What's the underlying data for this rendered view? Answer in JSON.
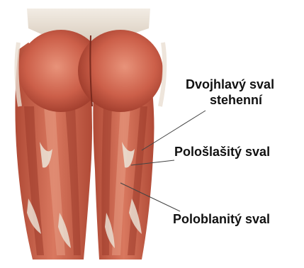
{
  "colors": {
    "muscle": "#c9604a",
    "muscle_dark": "#9c3a2a",
    "muscle_light": "#e5977e",
    "tendon": "#eadfd2",
    "line": "#444444"
  },
  "labels": {
    "biceps_line1": "Dvojhlavý sval",
    "biceps_line2": "stehenní",
    "semitendinosus": "Pološlašitý sval",
    "semimembranosus": "Poloblanitý sval"
  }
}
